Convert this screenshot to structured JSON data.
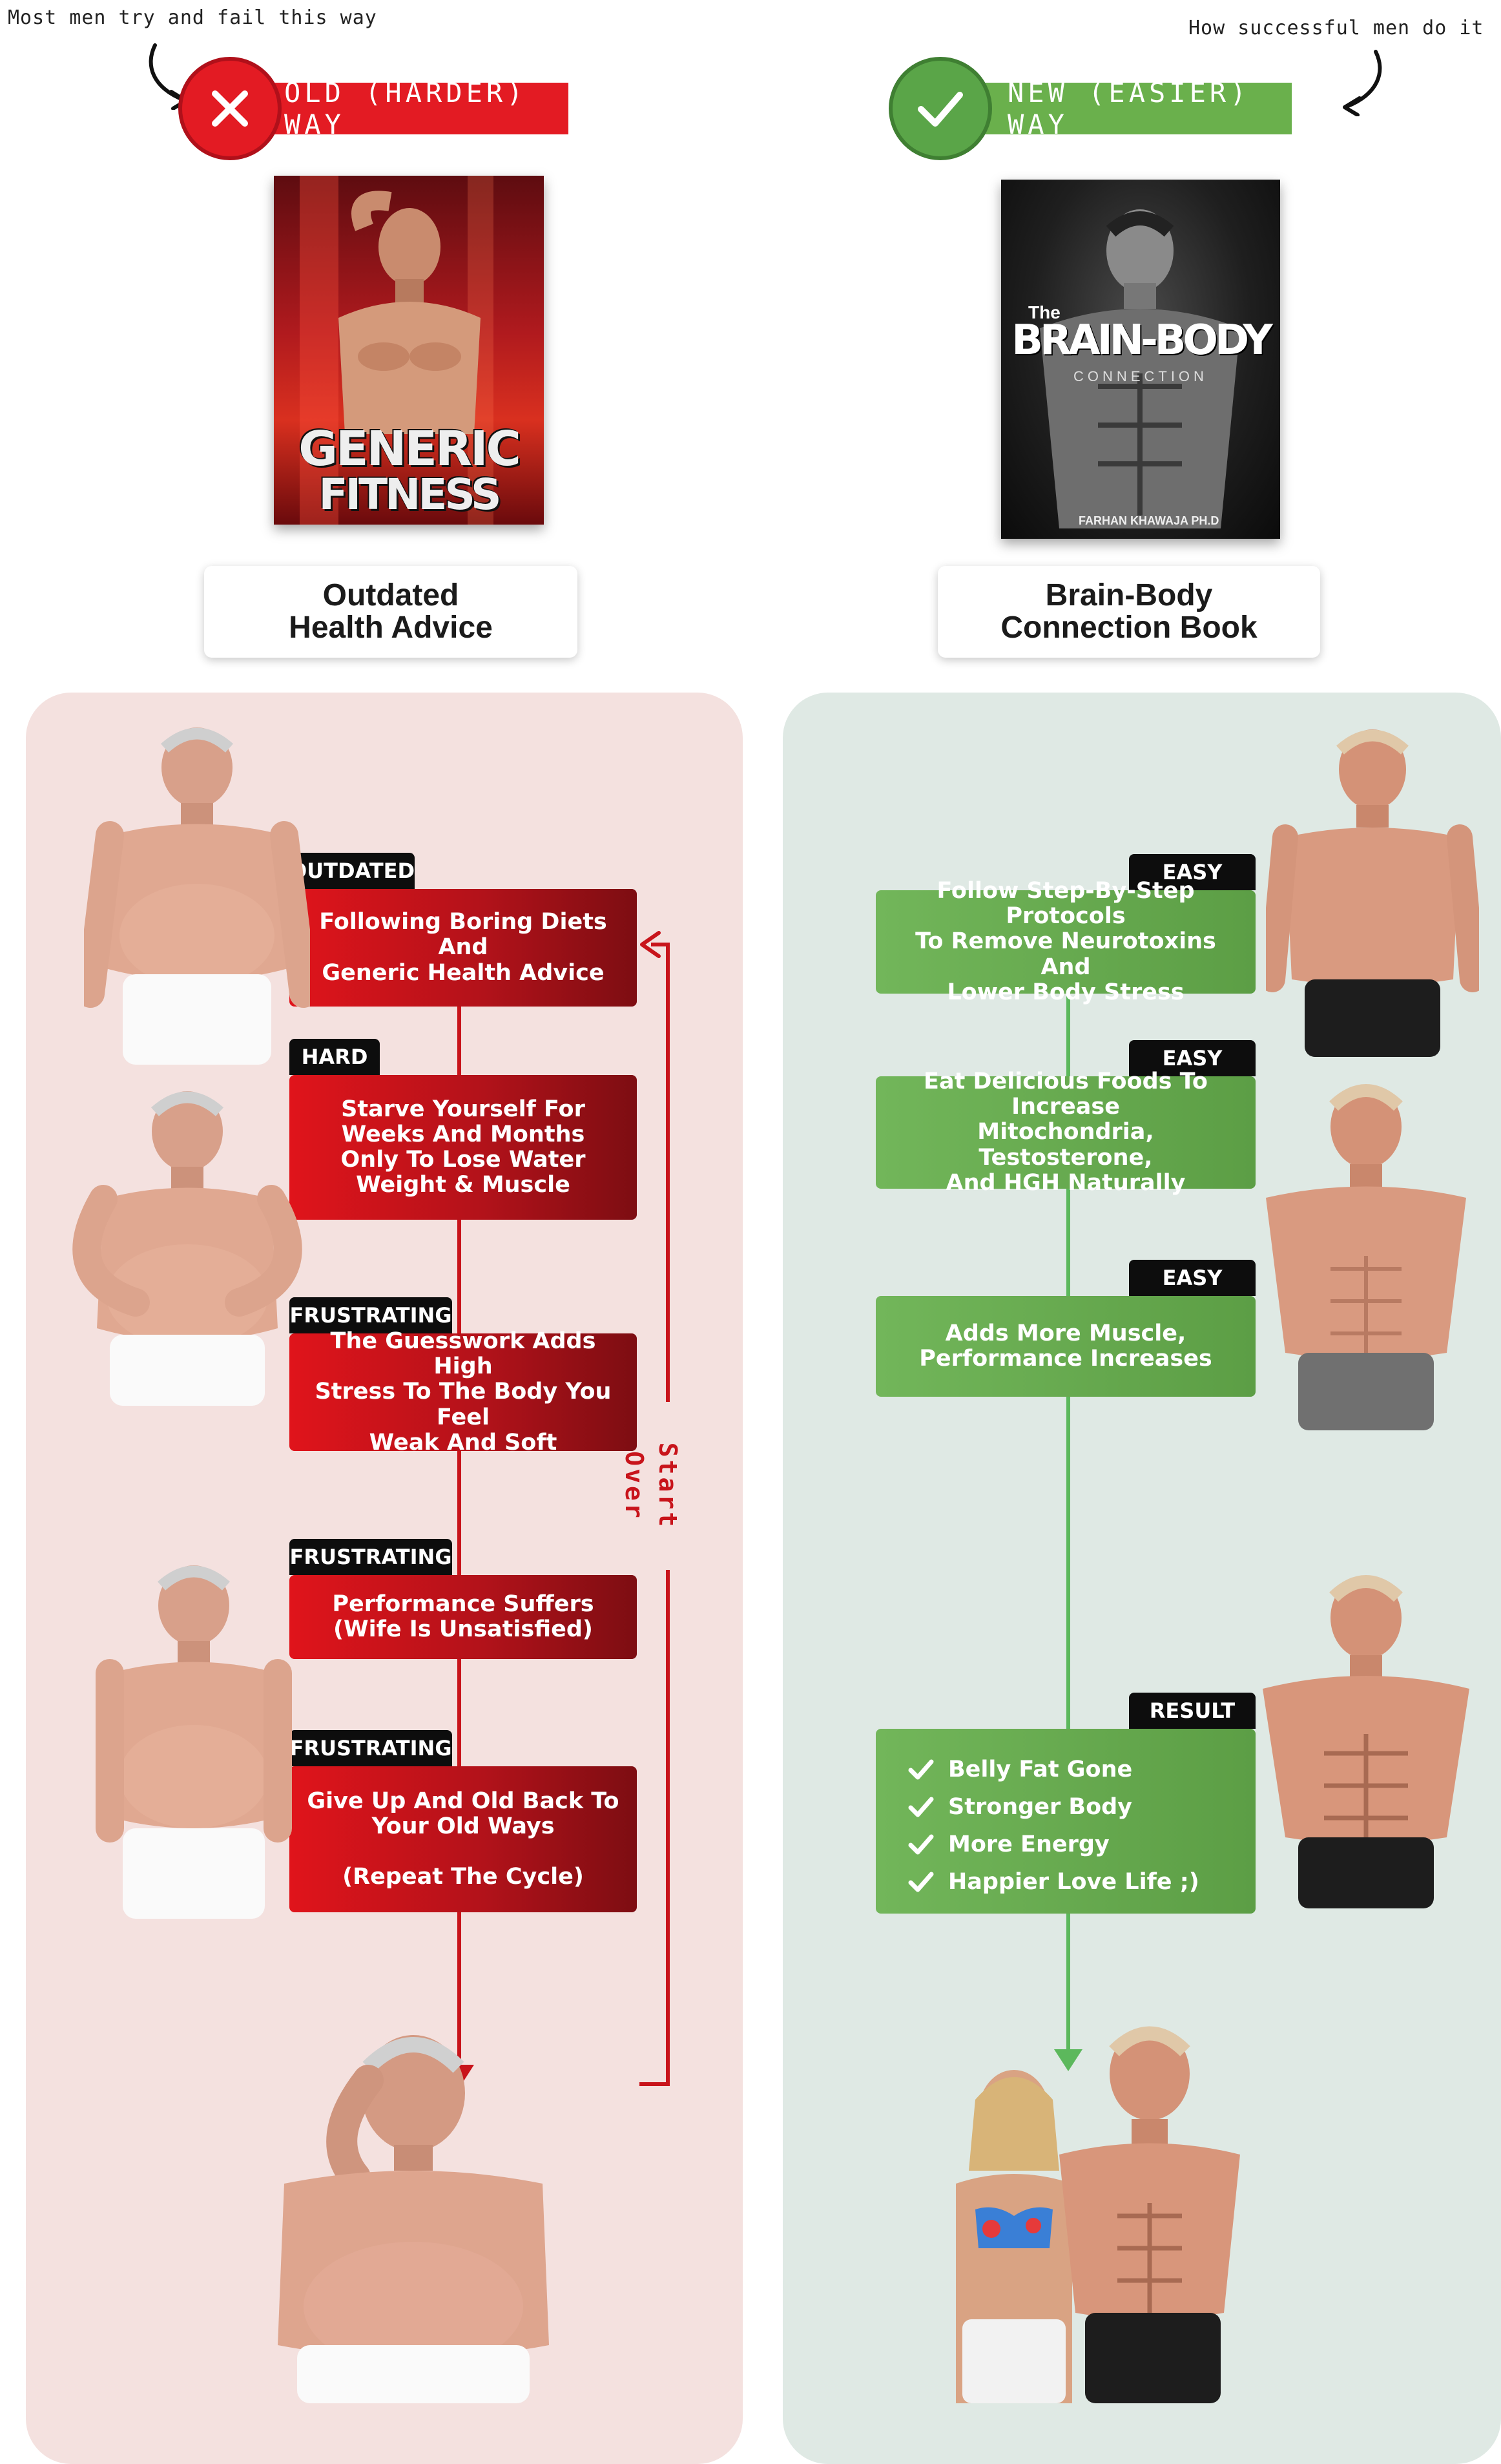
{
  "notes": {
    "left": "Most men try and fail this way",
    "right": "How successful men do it"
  },
  "header_old": {
    "label": "OLD (HARDER) WAY",
    "color": "#e31b23"
  },
  "header_new": {
    "label": "NEW (EASIER) WAY",
    "color": "#5aa548"
  },
  "book_old": {
    "cover_title_line1": "GENERIC",
    "cover_title_line2": "FITNESS BOOK",
    "caption": "Outdated\nHealth Advice"
  },
  "book_new": {
    "cover_the": "The",
    "cover_title": "BRAIN-BODY",
    "cover_subtitle": "CONNECTION",
    "cover_author": "FARHAN KHAWAJA PH.D",
    "caption": "Brain-Body\nConnection Book"
  },
  "old_steps": [
    {
      "tag": "OUTDATED",
      "text": "Following Boring Diets And\nGeneric Health Advice"
    },
    {
      "tag": "HARD",
      "text": "Starve Yourself For\nWeeks And Months\nOnly To Lose Water\nWeight & Muscle"
    },
    {
      "tag": "FRUSTRATING",
      "text": "The Guesswork Adds High\nStress To The Body You Feel\nWeak And Soft"
    },
    {
      "tag": "FRUSTRATING",
      "text": "Performance Suffers\n(Wife Is Unsatisfied)"
    },
    {
      "tag": "FRUSTRATING",
      "text": "Give Up And Old Back To\nYour Old Ways\n\n(Repeat The Cycle)"
    }
  ],
  "start_over": "Start Over",
  "new_steps": [
    {
      "tag": "EASY",
      "text": "Follow Step-By-Step Protocols\nTo Remove Neurotoxins And\nLower Body Stress"
    },
    {
      "tag": "EASY",
      "text": "Eat Delicious Foods To Increase\nMitochondria, Testosterone,\nAnd HGH Naturally"
    },
    {
      "tag": "EASY",
      "text": "Adds More Muscle,\nPerformance Increases"
    }
  ],
  "result": {
    "tag": "RESULT",
    "items": [
      "Belly Fat Gone",
      "Stronger Body",
      "More Energy",
      "Happier Love Life ;)"
    ]
  },
  "colors": {
    "panel_left": "#f4e1df",
    "panel_right": "#dfe9e4",
    "red_line": "#c8141b",
    "green_line": "#5cb85c"
  }
}
